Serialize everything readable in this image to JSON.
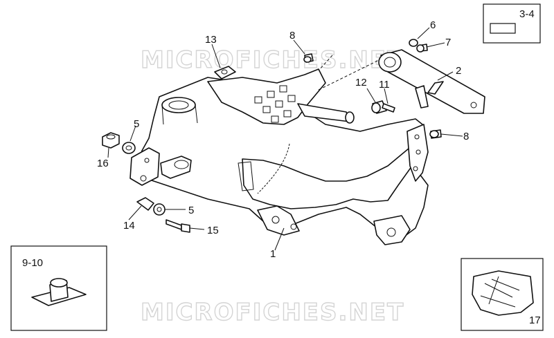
{
  "watermark": {
    "top": "MICROFICHES.NET",
    "bottom": "MICROFICHES.NET"
  },
  "callouts": {
    "p1": "1",
    "p2": "2",
    "p3_4": "3-4",
    "p5_upper": "5",
    "p5_lower": "5",
    "p6": "6",
    "p7": "7",
    "p8_upper": "8",
    "p8_right": "8",
    "p9_10": "9-10",
    "p11": "11",
    "p12": "12",
    "p13": "13",
    "p14": "14",
    "p15": "15",
    "p16": "16",
    "p17": "17"
  }
}
